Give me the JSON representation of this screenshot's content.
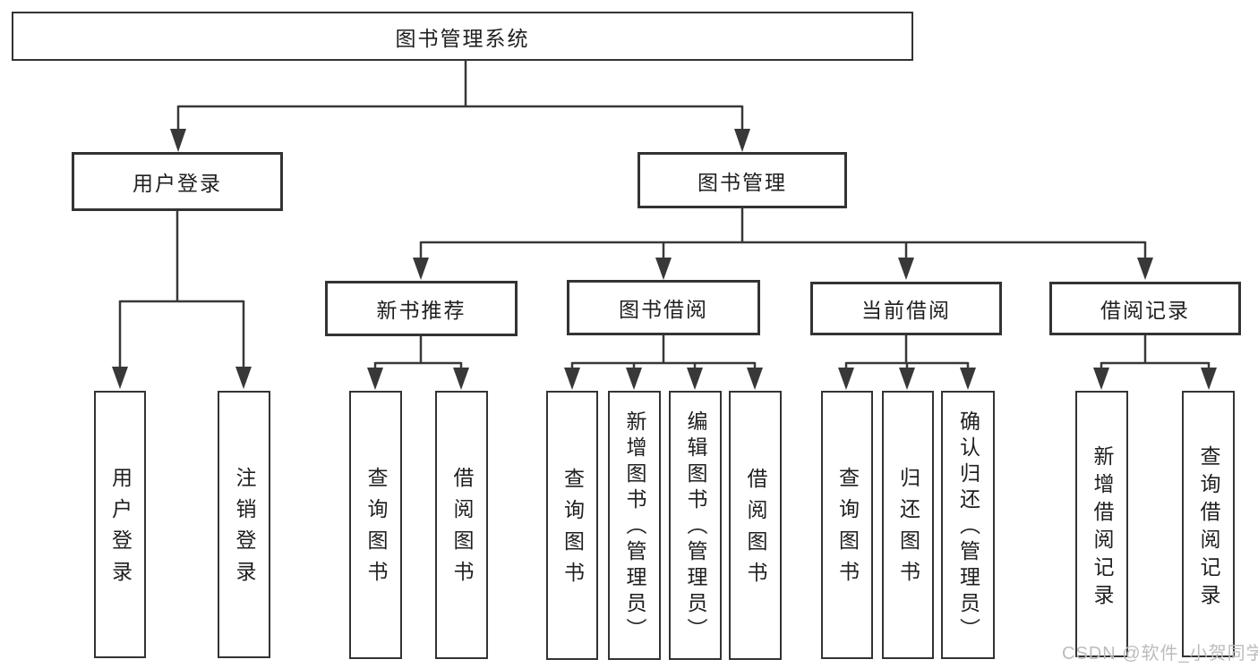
{
  "tree": {
    "label": "图书管理系统",
    "children": [
      {
        "label": "用户登录",
        "children": [
          {
            "label": "用户登录"
          },
          {
            "label": "注销登录"
          }
        ]
      },
      {
        "label": "图书管理",
        "children": [
          {
            "label": "新书推荐",
            "children": [
              {
                "label": "查询图书"
              },
              {
                "label": "借阅图书"
              }
            ]
          },
          {
            "label": "图书借阅",
            "children": [
              {
                "label": "查询图书"
              },
              {
                "label": "新增图书（管理员）"
              },
              {
                "label": "编辑图书（管理员）"
              },
              {
                "label": "借阅图书"
              }
            ]
          },
          {
            "label": "当前借阅",
            "children": [
              {
                "label": "查询图书"
              },
              {
                "label": "归还图书"
              },
              {
                "label": "确认归还（管理员）"
              }
            ]
          },
          {
            "label": "借阅记录",
            "children": [
              {
                "label": "新增借阅记录"
              },
              {
                "label": "查询借阅记录"
              }
            ]
          }
        ]
      }
    ]
  },
  "watermark": "CSDN @软件_小贺同学",
  "colors": {
    "line": "#383838",
    "box_border": "#333333",
    "text": "#1f1f1f",
    "watermark": "#bcbcbc",
    "background": "#ffffff"
  }
}
